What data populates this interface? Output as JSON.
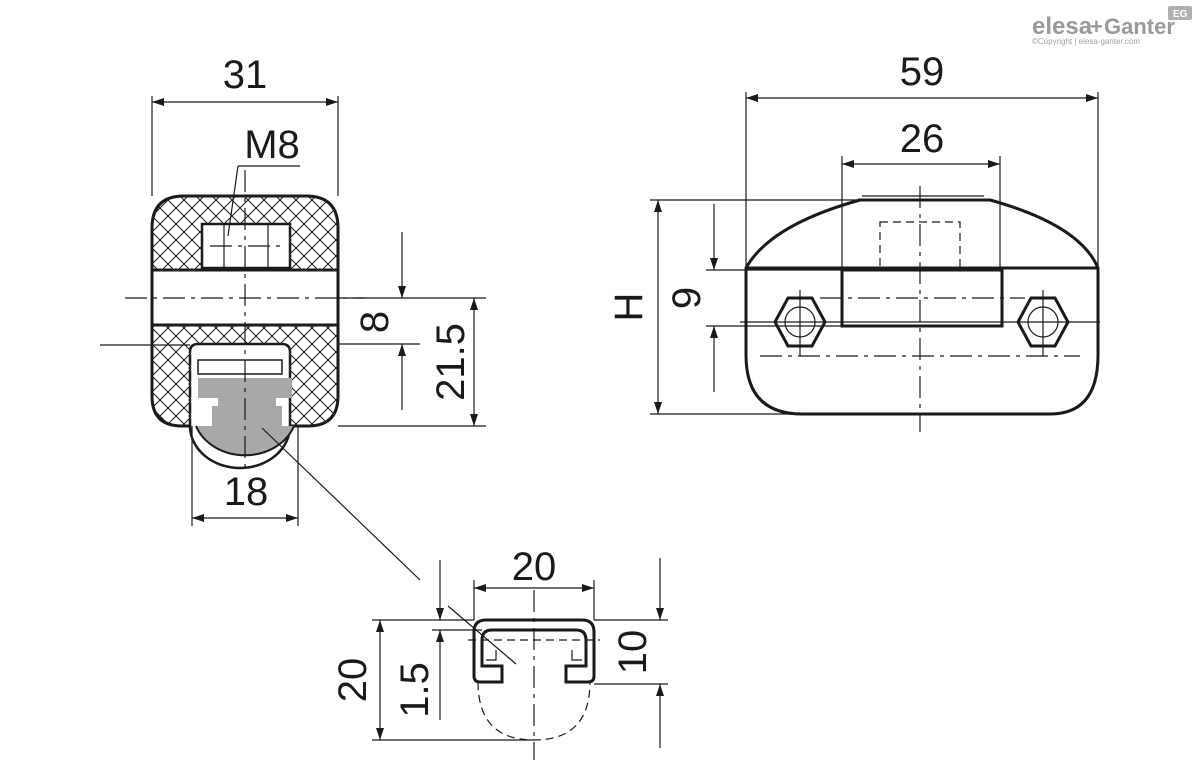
{
  "logo": {
    "brand_left": "elesa",
    "brand_plus": "+",
    "brand_right": "Ganter",
    "badge": "EG",
    "copyright": "©Copyright | elesa-ganter.com"
  },
  "front_view": {
    "width": "31",
    "thread": "M8",
    "slot": "8",
    "height": "21.5",
    "rail": "18"
  },
  "side_view": {
    "width": "59",
    "inner_width": "26",
    "height": "H",
    "bore": "9"
  },
  "detail": {
    "width": "20",
    "height": "20",
    "wall": "1.5",
    "slot_height": "10"
  },
  "colors": {
    "line": "#1a1a1a",
    "rail_fill": "#a8a8a8",
    "logo": "#9a9a9a"
  }
}
